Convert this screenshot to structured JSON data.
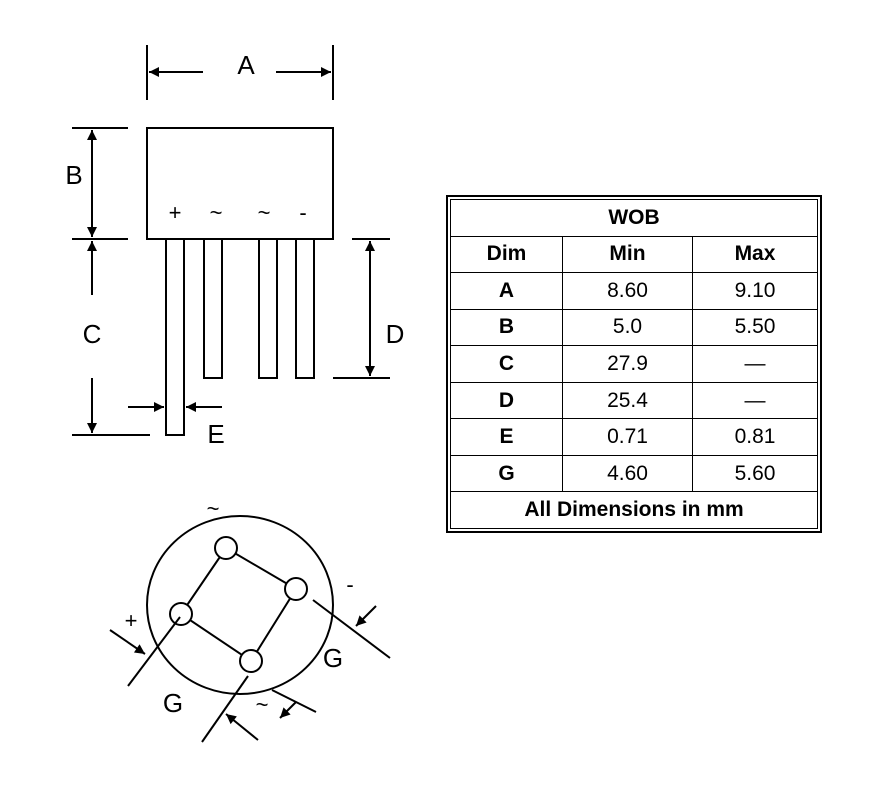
{
  "drawing": {
    "labels": {
      "a": "A",
      "b": "B",
      "c": "C",
      "d": "D",
      "e": "E",
      "g_right": "G",
      "g_left": "G"
    },
    "pins_side": [
      "+",
      "~",
      "~",
      "-"
    ],
    "pins_bottom": {
      "top": "~",
      "minus": "-",
      "plus": "+",
      "bottom": "~"
    }
  },
  "table": {
    "title": "WOB",
    "headers": [
      "Dim",
      "Min",
      "Max"
    ],
    "rows": [
      {
        "dim": "A",
        "min": "8.60",
        "max": "9.10"
      },
      {
        "dim": "B",
        "min": "5.0",
        "max": "5.50"
      },
      {
        "dim": "C",
        "min": "27.9",
        "max": "—"
      },
      {
        "dim": "D",
        "min": "25.4",
        "max": "—"
      },
      {
        "dim": "E",
        "min": "0.71",
        "max": "0.81"
      },
      {
        "dim": "G",
        "min": "4.60",
        "max": "5.60"
      }
    ],
    "footer": "All Dimensions in mm"
  }
}
